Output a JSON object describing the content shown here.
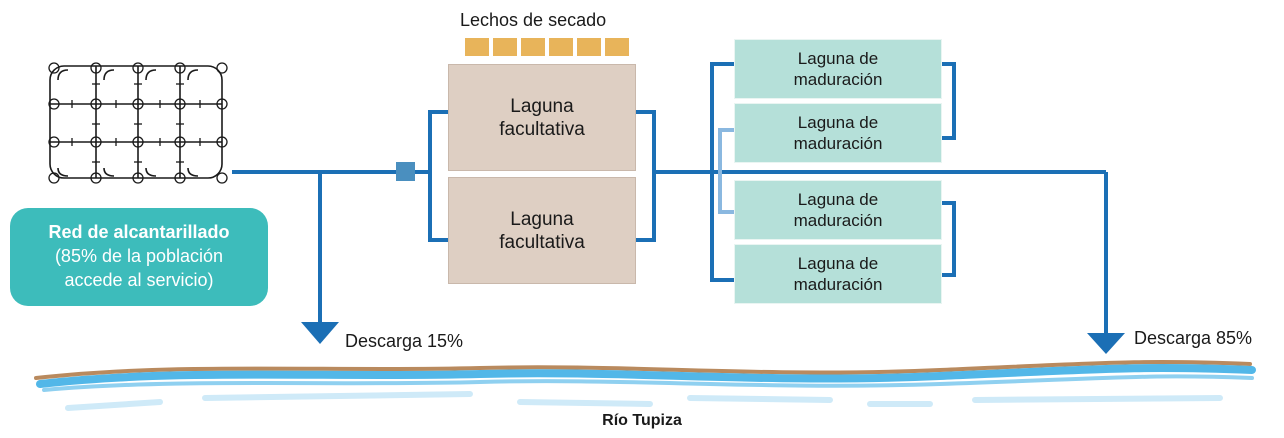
{
  "drying_beds": {
    "label": "Lechos de secado",
    "count": 6
  },
  "facultative_lagoons": [
    {
      "line1": "Laguna",
      "line2": "facultativa"
    },
    {
      "line1": "Laguna",
      "line2": "facultativa"
    }
  ],
  "maturation_lagoons": [
    {
      "line1": "Laguna de",
      "line2": "maduración"
    },
    {
      "line1": "Laguna de",
      "line2": "maduración"
    },
    {
      "line1": "Laguna de",
      "line2": "maduración"
    },
    {
      "line1": "Laguna de",
      "line2": "maduración"
    }
  ],
  "sewer_network": {
    "title": "Red de alcantarillado",
    "line2": "(85% de la población",
    "line3": "accede al servicio)"
  },
  "discharges": {
    "left": "Descarga 15%",
    "right": "Descarga 85%"
  },
  "river": {
    "name": "Río Tupiza"
  },
  "colors": {
    "pipe": "#1b6fb5",
    "pipe_light": "#8ab8e0",
    "facultative": "#decfc3",
    "maturation": "#b5e0d9",
    "drying_bed": "#e8b45a",
    "badge": "#3dbcbb",
    "river": "#52b7e8",
    "river_bank": "#b98a5e"
  }
}
